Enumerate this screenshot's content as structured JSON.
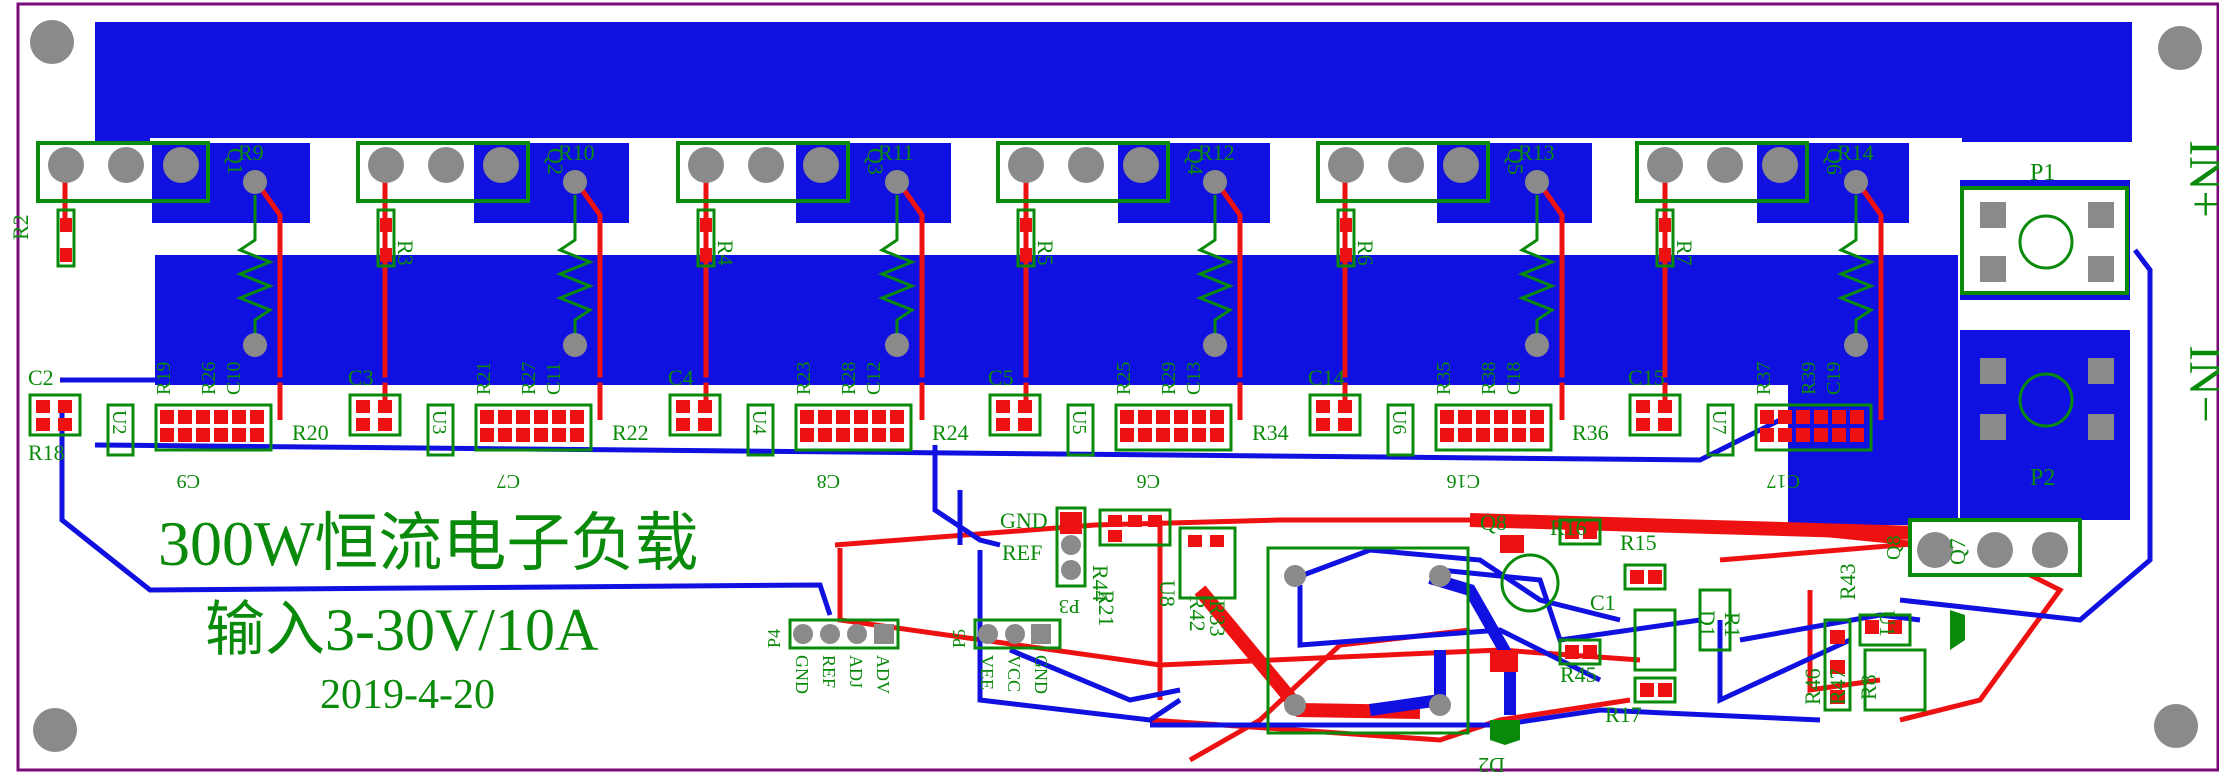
{
  "title_cn": "300W恒流电子负载",
  "subtitle_cn": "输入3-30V/10A",
  "date": "2019-04-20",
  "date_display": "2019-4-20",
  "power_labels": {
    "in_plus": "IN+",
    "in_minus": "IN−"
  },
  "colors": {
    "top_copper": "#ee1111",
    "bottom_copper": "#1010e0",
    "silkscreen": "#0a8a0a",
    "pad": "#8a8a8a",
    "board_outline": "#7a0a7a"
  },
  "mosfets": [
    {
      "q": "Q1",
      "r_top": "R9",
      "r_side": "R2"
    },
    {
      "q": "Q2",
      "r_top": "R10",
      "r_side": "R3"
    },
    {
      "q": "Q3",
      "r_top": "R11",
      "r_side": "R4"
    },
    {
      "q": "Q4",
      "r_top": "R12",
      "r_side": "R5"
    },
    {
      "q": "Q5",
      "r_top": "R13",
      "r_side": "R6"
    },
    {
      "q": "Q6",
      "r_top": "R14",
      "r_side": "R7"
    }
  ],
  "stages": [
    {
      "c": "C2",
      "r_low": "R18",
      "u": "U2",
      "cap": "C9",
      "r_pair": [
        "R19",
        "R26"
      ],
      "c_small": "C10"
    },
    {
      "c": "C3",
      "r_low": "R20",
      "u": "U3",
      "cap": "C7",
      "r_pair": [
        "R21",
        "R27"
      ],
      "c_small": "C11"
    },
    {
      "c": "C4",
      "r_low": "R22",
      "u": "U4",
      "cap": "C8",
      "r_pair": [
        "R23",
        "R28"
      ],
      "c_small": "C12"
    },
    {
      "c": "C5",
      "r_low": "R24",
      "u": "U5",
      "cap": "C6",
      "r_pair": [
        "R25",
        "R29"
      ],
      "c_small": "C13"
    },
    {
      "c": "C14",
      "r_low": "R34",
      "u": "U6",
      "cap": "C16",
      "r_pair": [
        "R35",
        "R38"
      ],
      "c_small": "C18"
    },
    {
      "c": "C15",
      "r_low": "R36",
      "u": "U7",
      "cap": "C17",
      "r_pair": [
        "R37",
        "R39"
      ],
      "c_small": "C19"
    }
  ],
  "connectors": {
    "p1": "P1",
    "p2": "P2",
    "p3": {
      "name": "P3",
      "pins": [
        "GND",
        "REF"
      ]
    },
    "p4": {
      "name": "P4",
      "pins": [
        "GND",
        "REF",
        "ADJ",
        "ADV"
      ]
    },
    "p5": {
      "name": "P5",
      "pins": [
        "VEE",
        "VCC",
        "GND"
      ]
    }
  },
  "control_parts": [
    "R44",
    "R21",
    "U8",
    "R42",
    "R33",
    "R16",
    "R15",
    "C1",
    "R45",
    "R17",
    "D1",
    "R1",
    "R43",
    "R46",
    "R47",
    "U1",
    "R8",
    "D2",
    "Q7",
    "Q8"
  ]
}
